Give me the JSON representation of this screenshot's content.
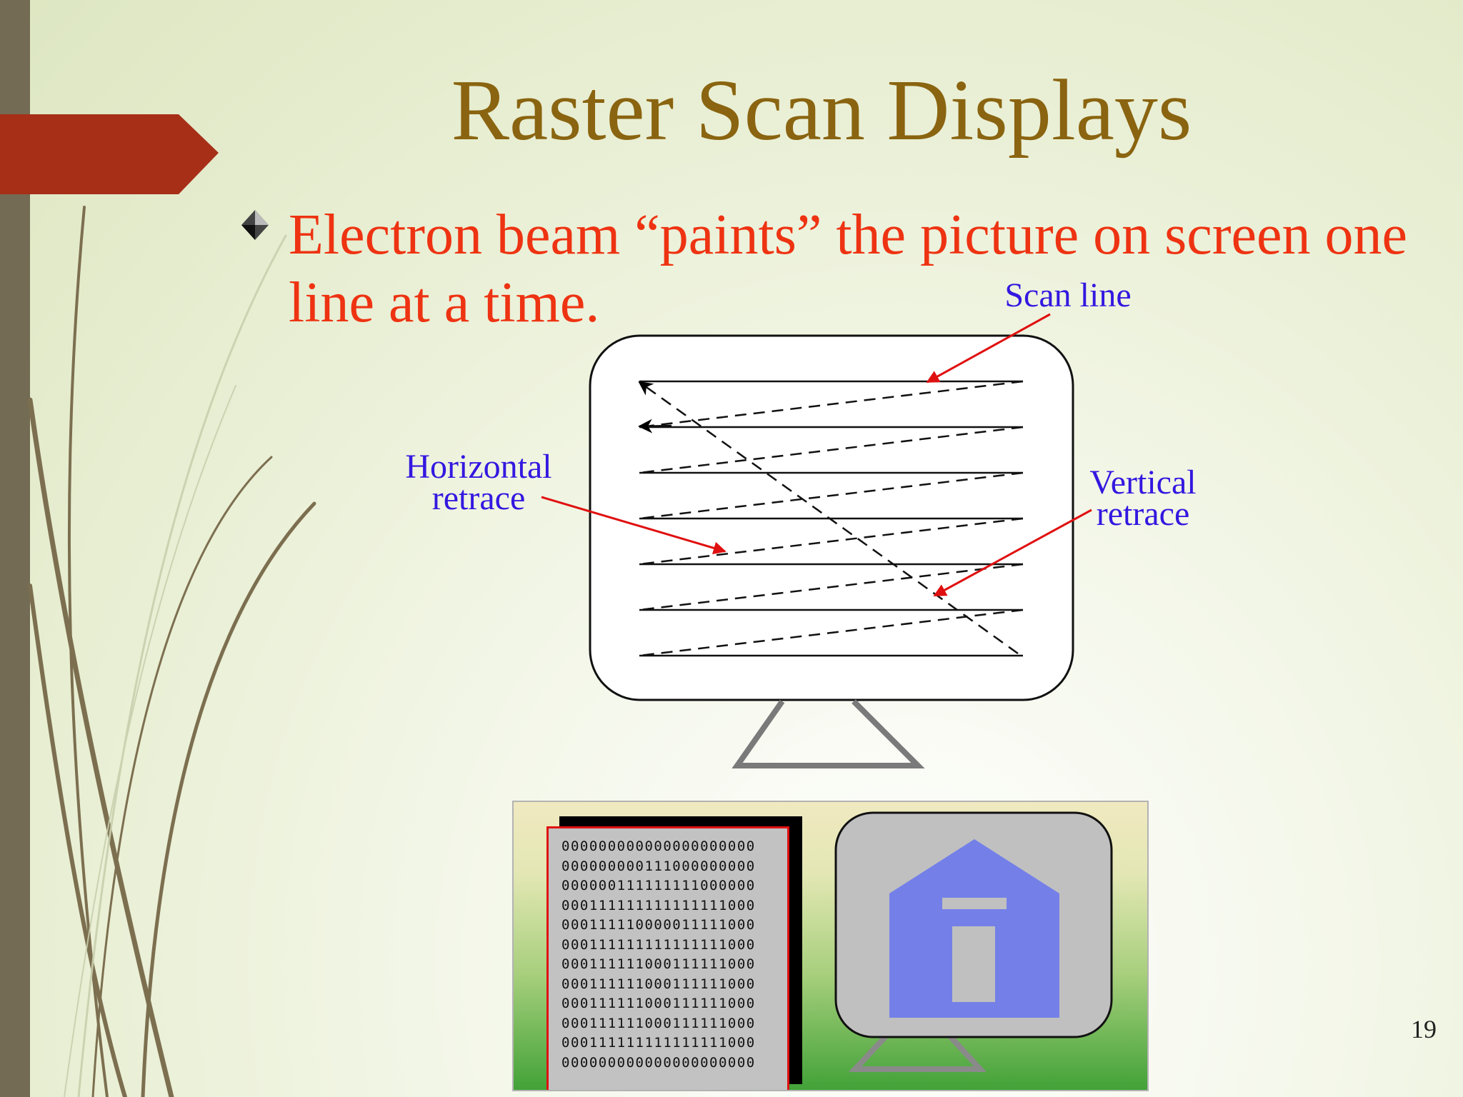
{
  "slide": {
    "title": "Raster Scan Displays",
    "bullet_text": "Electron beam “paints” the picture on screen one line at a time.",
    "page_number": "19"
  },
  "diagram": {
    "labels": {
      "scan_line": "Scan line",
      "horizontal_retrace": [
        "Horizontal",
        "retrace"
      ],
      "vertical_retrace": [
        "Vertical",
        "retrace"
      ]
    },
    "scan_line_count": 7
  },
  "frame_buffer": {
    "rows": [
      "000000000000000000000",
      "000000000111000000000",
      "000000111111111000000",
      "000111111111111111000",
      "000111110000011111000",
      "000111111111111111000",
      "000111111000111111000",
      "000111111000111111000",
      "000111111000111111000",
      "000111111000111111000",
      "000111111111111111000",
      "000000000000000000000"
    ]
  },
  "colors": {
    "title": "#8a6410",
    "bullet": "#ee3312",
    "labels": "#3318e0",
    "arrows": "#e01010",
    "house": "#7480e8",
    "left_bar": "#736b53",
    "tab": "#a72f18"
  }
}
